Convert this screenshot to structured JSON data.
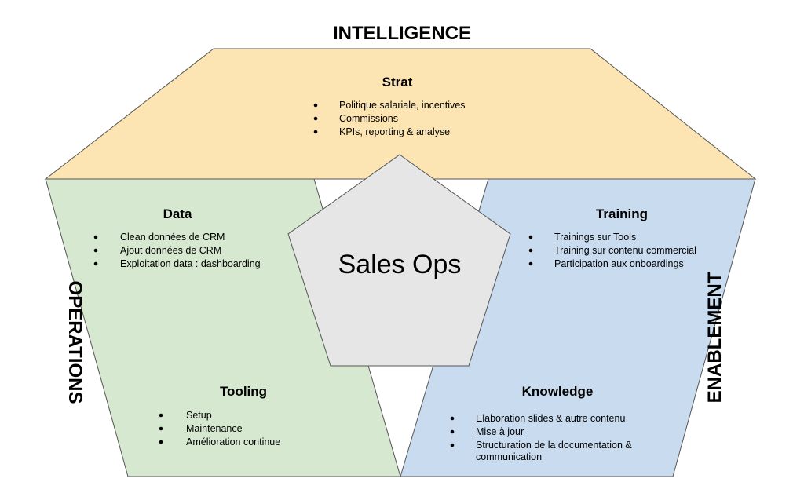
{
  "axes": {
    "top": "INTELLIGENCE",
    "left": "OPERATIONS",
    "right": "ENABLEMENT"
  },
  "center": {
    "label": "Sales Ops"
  },
  "sections": {
    "strat": {
      "title": "Strat",
      "items": [
        "Politique salariale, incentives",
        "Commissions",
        "KPIs, reporting & analyse"
      ]
    },
    "data": {
      "title": "Data",
      "items": [
        "Clean données de CRM",
        "Ajout données de CRM",
        "Exploitation data : dashboarding"
      ]
    },
    "tooling": {
      "title": "Tooling",
      "items": [
        "Setup",
        "Maintenance",
        "Amélioration continue"
      ]
    },
    "training": {
      "title": "Training",
      "items": [
        "Trainings sur Tools",
        "Training sur contenu commercial",
        "Participation aux onboardings"
      ]
    },
    "knowledge": {
      "title": "Knowledge",
      "items": [
        "Elaboration slides & autre contenu",
        "Mise à jour",
        "Structuration de la documentation &",
        "communication"
      ]
    }
  },
  "colors": {
    "strat": "#fce5b3",
    "operations": "#d7e8d0",
    "enablement": "#c9dbef",
    "center": "#e6e6e6",
    "stroke": "#555555"
  }
}
